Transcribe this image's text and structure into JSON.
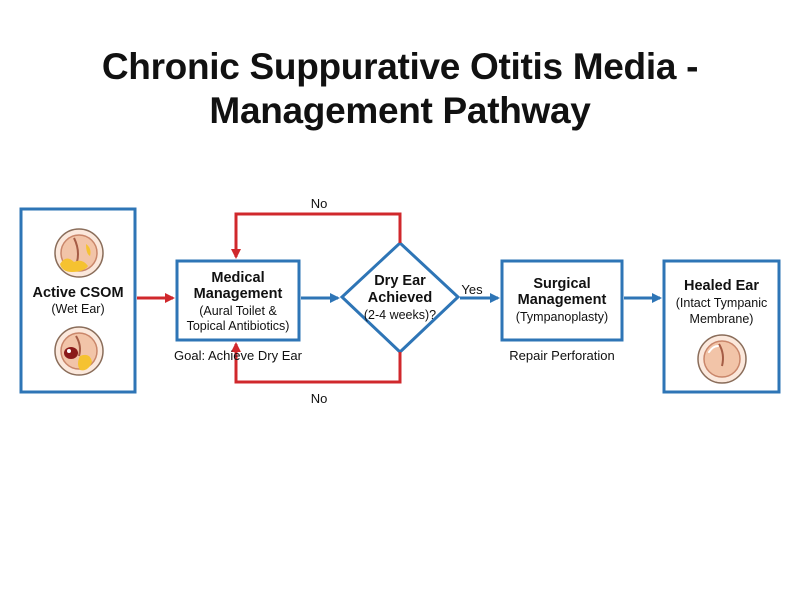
{
  "title": {
    "line1": "Chronic Suppurative Otitis Media -",
    "line2": "Management Pathway"
  },
  "nodes": {
    "active_csom": {
      "title": "Active CSOM",
      "subtitle": "(Wet Ear)"
    },
    "medical": {
      "title_line1": "Medical",
      "title_line2": "Management",
      "detail_line1": "(Aural Toilet &",
      "detail_line2": "Topical Antibiotics)",
      "note": "Goal: Achieve Dry Ear"
    },
    "decision": {
      "line1": "Dry Ear",
      "line2": "Achieved",
      "line3": "(2-4 weeks)?"
    },
    "surgical": {
      "title_line1": "Surgical",
      "title_line2": "Management",
      "detail": "(Tympanoplasty)",
      "note": "Repair Perforation"
    },
    "healed": {
      "title": "Healed Ear",
      "detail_line1": "(Intact Tympanic",
      "detail_line2": "Membrane)"
    }
  },
  "edges": {
    "yes_label": "Yes",
    "no_top_label": "No",
    "no_bottom_label": "No"
  },
  "icons": [
    "infected-eardrum-icon",
    "perforated-eardrum-icon",
    "healed-eardrum-icon"
  ],
  "colors": {
    "box_border": "#2e75b6",
    "arrow_blue": "#2e75b6",
    "arrow_red": "#d0282c",
    "ear_skin": "#f2c4a8",
    "pus": "#f5c231"
  }
}
